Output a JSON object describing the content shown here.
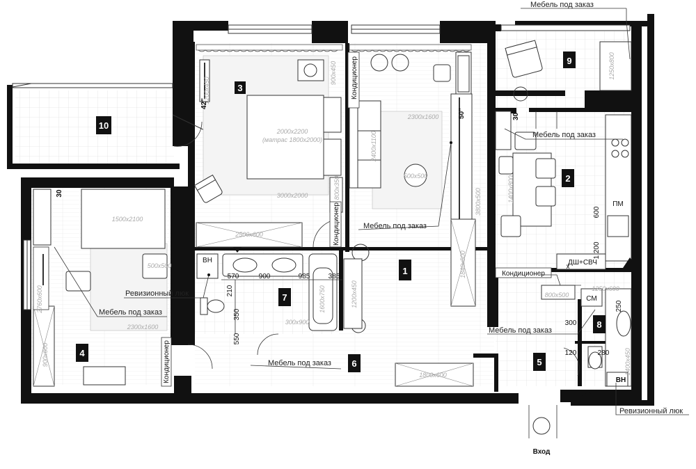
{
  "rooms": [
    {
      "id": "1",
      "label": "1"
    },
    {
      "id": "2",
      "label": "2"
    },
    {
      "id": "3",
      "label": "3"
    },
    {
      "id": "4",
      "label": "4"
    },
    {
      "id": "5",
      "label": "5"
    },
    {
      "id": "6",
      "label": "6"
    },
    {
      "id": "7",
      "label": "7"
    },
    {
      "id": "8",
      "label": "8"
    },
    {
      "id": "9",
      "label": "9"
    },
    {
      "id": "10",
      "label": "10"
    }
  ],
  "annotations": {
    "custom_furniture": "Мебель под заказ",
    "inspection_hatch": "Ревизионный люк",
    "entrance": "Вход",
    "air_conditioner": "Кондиционер",
    "dishwasher_fridge": "ДШ+СВЧ",
    "dishwasher": "ПМ",
    "washing_machine": "СМ",
    "water_heater": "ВН",
    "water_heater_bath": "ВН"
  },
  "dimensions": {
    "bed_main": "2000x2200",
    "mattress": "(матрас 1800x2000)",
    "rug_bedroom": "3000x2000",
    "wardrobe_bedroom": "2500x600",
    "bed_kids": "1500x2100",
    "rug_kids": "2300x1600",
    "round_rug_kids": "500x500",
    "desk_kids": "2760x600",
    "wardrobe_kids": "900x600",
    "sofa": "2400x1100",
    "rug_living": "2300x1600",
    "coffee_table": "500x500",
    "tv_unit": "3800x500",
    "cabinet_living": "1840x500",
    "wall_panel_bed": "1200x450",
    "nightstand": "900x450",
    "tv_shelf": "800x350",
    "kitchen_table": "1400x800",
    "balcony_shelf": "1250x800",
    "bath": "1600x750",
    "bath_cabinet": "300x900",
    "bath_shelf": "1200x450",
    "hall_wardrobe": "1800x600",
    "wc_shelf": "800x500",
    "wc_cabinet": "1250x600",
    "wc_cabinet2": "1400x450",
    "d570": "570",
    "d900": "900",
    "d985": "985",
    "d385": "385",
    "d210": "210",
    "d350": "350",
    "d550": "550",
    "d300": "300",
    "d250": "250",
    "d120": "120",
    "d280": "280",
    "d600": "600",
    "d1200": "1 200",
    "d30a": "30",
    "d30b": "30\"",
    "tv42": "42\"",
    "tv50": "50\""
  },
  "markers": {
    "x_mark": "x"
  }
}
